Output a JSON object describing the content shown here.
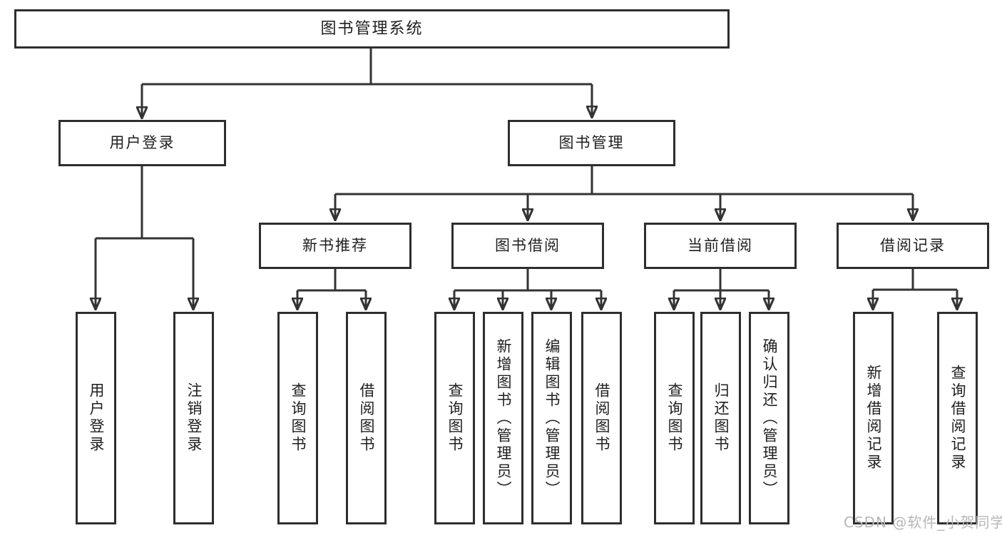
{
  "colors": {
    "line": "#333333",
    "border": "#2e2e2e",
    "text": "#1f1f1f",
    "watermark": "#b7b7b7",
    "background": "#ffffff"
  },
  "watermark": {
    "text": "CSDN @软件_小贺同学"
  },
  "tree": {
    "root": {
      "label": "图书管理系统",
      "children": [
        {
          "label": "用户登录",
          "children": [
            {
              "label": "用户登录"
            },
            {
              "label": "注销登录"
            }
          ]
        },
        {
          "label": "图书管理",
          "children": [
            {
              "label": "新书推荐",
              "children": [
                {
                  "label": "查询图书"
                },
                {
                  "label": "借阅图书"
                }
              ]
            },
            {
              "label": "图书借阅",
              "children": [
                {
                  "label": "查询图书"
                },
                {
                  "label": "新增图书（管理员）"
                },
                {
                  "label": "编辑图书（管理员）"
                },
                {
                  "label": "借阅图书"
                }
              ]
            },
            {
              "label": "当前借阅",
              "children": [
                {
                  "label": "查询图书"
                },
                {
                  "label": "归还图书"
                },
                {
                  "label": "确认归还（管理员）"
                }
              ]
            },
            {
              "label": "借阅记录",
              "children": [
                {
                  "label": "新增借阅记录"
                },
                {
                  "label": "查询借阅记录"
                }
              ]
            }
          ]
        }
      ]
    }
  }
}
